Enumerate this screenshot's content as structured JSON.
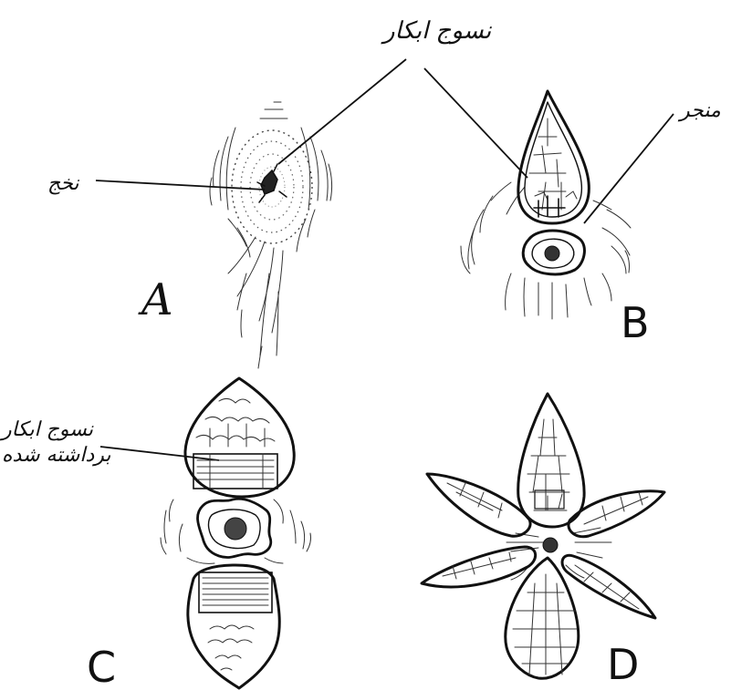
{
  "panels": {
    "a": {
      "label": "A",
      "annotations": {
        "graft_tissue": "نسوج ابکار",
        "stem": "نخج"
      }
    },
    "b": {
      "label": "B",
      "annotations": {
        "graft_tissue": "نسوج ابکار",
        "stem": "منجر"
      }
    },
    "c": {
      "label": "C",
      "annotations": {
        "removed_tissue_line1": "نسوج ابکار",
        "removed_tissue_line2": "برداشته شده"
      }
    },
    "d": {
      "label": "D"
    }
  },
  "colors": {
    "ink": "#111111",
    "paper": "#ffffff"
  }
}
